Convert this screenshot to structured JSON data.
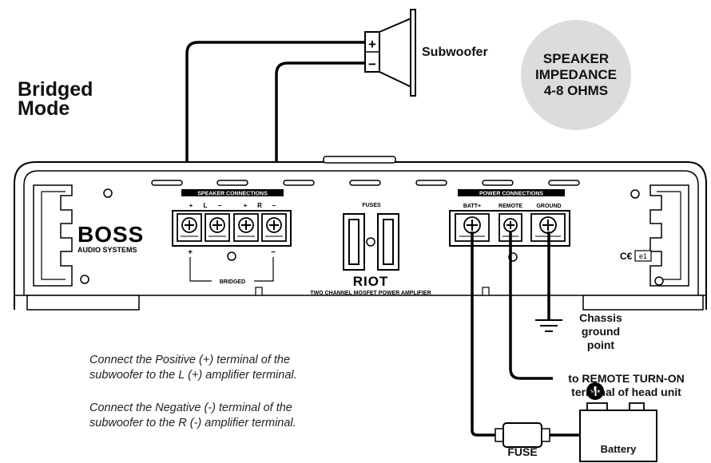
{
  "diagram": {
    "title_line1": "Bridged",
    "title_line2": "Mode",
    "subwoofer_label": "Subwoofer",
    "speaker_terminal_plus": "+",
    "speaker_terminal_minus": "−",
    "impedance_line1": "SPEAKER",
    "impedance_line2": "IMPEDANCE",
    "impedance_line3": "4-8 OHMS",
    "amplifier": {
      "brand": "BOSS",
      "brand_sub": "AUDIO SYSTEMS",
      "speaker_connections_label": "SPEAKER CONNECTIONS",
      "speaker_term_labels": [
        "+",
        "L",
        "−",
        "+",
        "R",
        "−"
      ],
      "bridged_label": "BRIDGED",
      "fuses_label": "FUSES",
      "model": "RIOT",
      "model_sub": "TWO CHANNEL MOSFET POWER AMPLIFIER",
      "power_connections_label": "POWER CONNECTIONS",
      "batt_label": "BATT+",
      "remote_label": "REMOTE",
      "ground_label": "GROUND",
      "cert": "C€",
      "cert_box": "e1"
    },
    "chassis_line1": "Chassis",
    "chassis_line2": "ground",
    "chassis_line3": "point",
    "remote_line1": "to REMOTE TURN-ON",
    "remote_line2": "terminal of head unit",
    "fuse_label": "FUSE",
    "battery_label": "Battery",
    "note1_line1": "Connect the Positive (+) terminal of the",
    "note1_line2": "subwoofer to the L (+) amplifier terminal.",
    "note2_line1": "Connect the Negative (-) terminal of the",
    "note2_line2": "subwoofer to the R (-) amplifier terminal."
  }
}
